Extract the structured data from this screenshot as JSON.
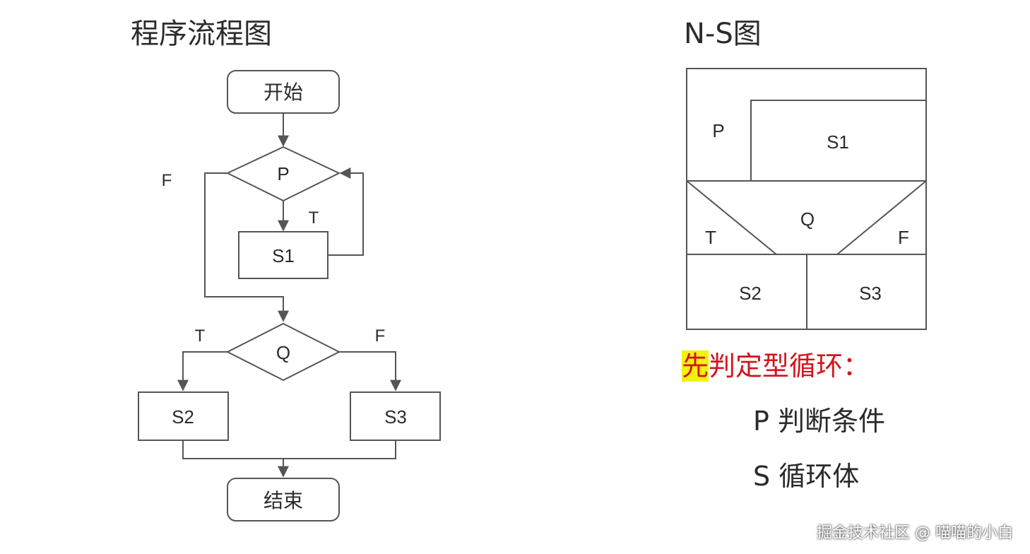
{
  "flowchart": {
    "heading": "程序流程图",
    "start": "开始",
    "end": "结束",
    "cond_p": "P",
    "cond_q": "Q",
    "s1": "S1",
    "s2": "S2",
    "s3": "S3",
    "label_f_loop": "F",
    "label_t_loop": "T",
    "label_t_q": "T",
    "label_f_q": "F"
  },
  "ns_diagram": {
    "heading": "N-S图",
    "p": "P",
    "s1": "S1",
    "q": "Q",
    "t": "T",
    "f": "F",
    "s2": "S2",
    "s3": "S3"
  },
  "legend": {
    "title_highlight": "先",
    "title_rest": "判定型循环：",
    "p_line": "P 判断条件",
    "s_line": "S 循环体"
  },
  "watermark": "掘金技术社区 @ 喵喵的小白",
  "colors": {
    "line": "#555555",
    "text": "#2b2b2b",
    "title_red": "#d4141c",
    "highlight": "#f2f20a"
  }
}
